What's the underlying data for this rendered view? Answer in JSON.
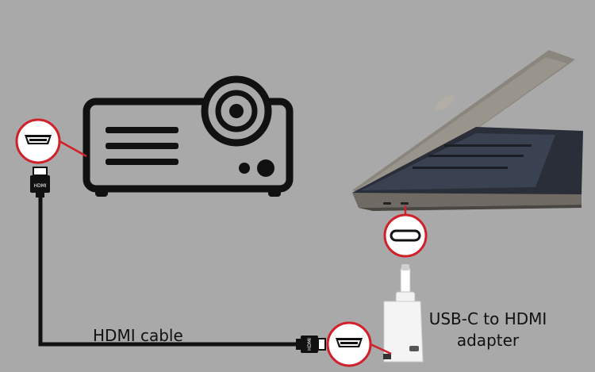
{
  "labels": {
    "cable": "HDMI cable",
    "adapter_line1": "USB-C to HDMI",
    "adapter_line2": "adapter",
    "plug_marking_top": "HDMI",
    "plug_marking_bottom": "HDMI"
  },
  "icons": [
    "projector-icon",
    "hdmi-port-icon",
    "hdmi-plug-icon",
    "usb-c-port-icon",
    "usb-c-plug-icon",
    "adapter-icon",
    "laptop-icon"
  ],
  "colors": {
    "background": "#a9a9a9",
    "callout_ring": "#d0202a",
    "line": "#111111"
  }
}
